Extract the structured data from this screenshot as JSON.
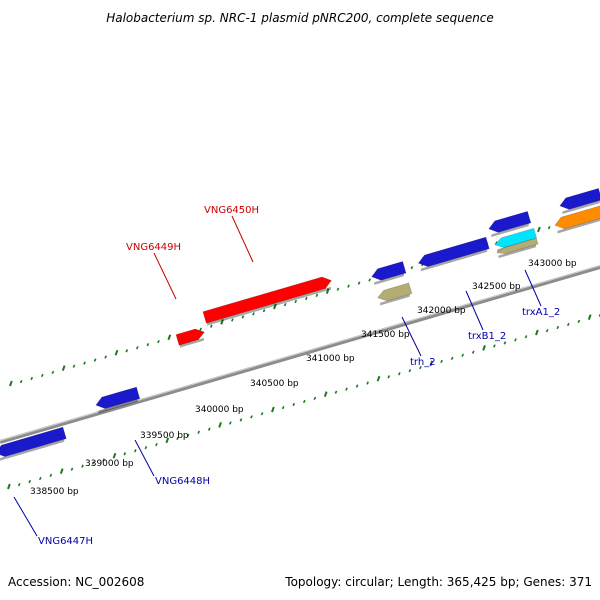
{
  "title": "Halobacterium sp. NRC-1 plasmid pNRC200, complete sequence",
  "footer": {
    "accession": "Accession: NC_002608",
    "summary": "Topology: circular; Length: 365,425 bp; Genes: 371"
  },
  "colors": {
    "backbone": "#8c8c8c",
    "tick": "#1a7a1a",
    "forward_label": "#cc0000",
    "reverse_label": "#0000aa"
  },
  "scale_labels": [
    "338500 bp",
    "339000 bp",
    "339500 bp",
    "340000 bp",
    "340500 bp",
    "341000 bp",
    "341500 bp",
    "342000 bp",
    "342500 bp",
    "343000 bp"
  ],
  "genes": [
    {
      "name": "VNG6449H",
      "strand": "forward",
      "color": "#ff0000",
      "labeled": true
    },
    {
      "name": "VNG6450H",
      "strand": "forward",
      "color": "#ff0000",
      "labeled": true
    },
    {
      "name": "VNG6447H",
      "strand": "reverse",
      "color": "#1a1acc",
      "labeled": true
    },
    {
      "name": "VNG6448H",
      "strand": "reverse",
      "color": "#1a1acc",
      "labeled": true
    },
    {
      "name": "trh_2",
      "strand": "reverse",
      "color": "#b3ad74",
      "labeled": true
    },
    {
      "name": "trxB1_2",
      "strand": "reverse",
      "color": "#1a1acc",
      "labeled": true
    },
    {
      "name": "trxA1_2",
      "strand": "reverse",
      "color": "#00e5ff",
      "labeled": true
    },
    {
      "name": "reverse-gene-a",
      "strand": "reverse",
      "color": "#1a1acc",
      "labeled": false
    },
    {
      "name": "reverse-gene-b",
      "strand": "reverse",
      "color": "#1a1acc",
      "labeled": false
    },
    {
      "name": "reverse-gene-c",
      "strand": "reverse",
      "color": "#b3ad74",
      "labeled": false
    },
    {
      "name": "reverse-gene-d",
      "strand": "reverse",
      "color": "#1a1acc",
      "labeled": false
    },
    {
      "name": "orange-gene",
      "strand": "reverse",
      "color": "#ff8c00",
      "labeled": false
    }
  ]
}
